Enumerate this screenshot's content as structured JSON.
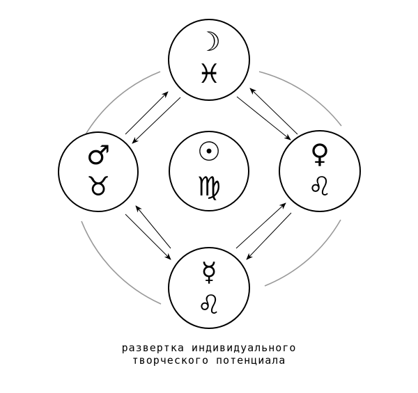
{
  "nodes": [
    {
      "id": "top",
      "planet": "☽",
      "sign": "♓",
      "planet_name": "moon",
      "sign_name": "pisces"
    },
    {
      "id": "left",
      "planet": "♂",
      "sign": "♉",
      "planet_name": "mars",
      "sign_name": "taurus"
    },
    {
      "id": "center",
      "planet": "☉",
      "sign": "♍",
      "planet_name": "sun",
      "sign_name": "virgo"
    },
    {
      "id": "right",
      "planet": "♀",
      "sign": "♌",
      "planet_name": "venus",
      "sign_name": "leo"
    },
    {
      "id": "bottom",
      "planet": "☿",
      "sign": "♌",
      "planet_name": "mercury",
      "sign_name": "leo"
    }
  ],
  "caption": {
    "line1": "развертка индивидуального",
    "line2": "творческого потенциала"
  },
  "colors": {
    "stroke": "#000000",
    "outer_arc": "#999999",
    "background": "#ffffff"
  }
}
